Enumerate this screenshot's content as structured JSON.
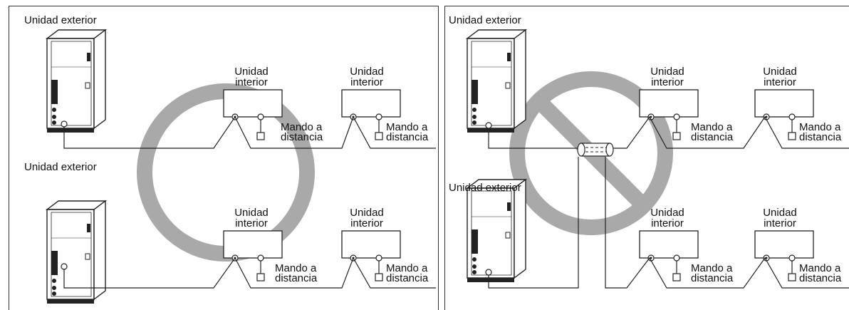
{
  "panels": [
    {
      "id": "correct",
      "outdoor_label": "Unidad exterior",
      "indoor_label_line1": "Unidad",
      "indoor_label_line2": "interior",
      "remote_label_line1": "Mando a",
      "remote_label_line2": "distancia",
      "symbol": "ok-circle-icon"
    },
    {
      "id": "incorrect",
      "outdoor_label": "Unidad exterior",
      "indoor_label_line1": "Unidad",
      "indoor_label_line2": "interior",
      "remote_label_line1": "Mando a",
      "remote_label_line2": "distancia",
      "symbol": "prohibited-icon"
    }
  ],
  "colors": {
    "line": "#222222",
    "symbol_gray": "#a9a9a9"
  }
}
